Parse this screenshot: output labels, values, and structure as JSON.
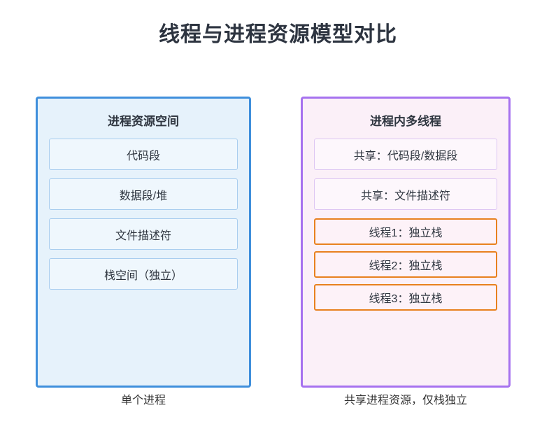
{
  "title": "线程与进程资源模型对比",
  "colors": {
    "background": "#ffffff",
    "title_text": "#2d3440",
    "process_border": "#3f8fdc",
    "process_fill": "#e6f2fb",
    "process_item_border": "#a9cdef",
    "process_item_fill": "#eff7fd",
    "thread_panel_border": "#a672ef",
    "thread_panel_fill": "#fbf0f8",
    "shared_item_border": "#ddc6f3",
    "shared_item_fill": "#fdf7fc",
    "thread_item_border": "#e8811f",
    "thread_item_fill": "#fdf2f8"
  },
  "panels": {
    "process": {
      "header": "进程资源空间",
      "items": [
        {
          "label": "代码段"
        },
        {
          "label": "数据段/堆"
        },
        {
          "label": "文件描述符"
        },
        {
          "label": "栈空间（独立）"
        }
      ],
      "caption": "单个进程"
    },
    "threads": {
      "header": "进程内多线程",
      "shared_items": [
        {
          "label": "共享：代码段/数据段"
        },
        {
          "label": "共享：文件描述符"
        }
      ],
      "thread_items": [
        {
          "label": "线程1：独立栈"
        },
        {
          "label": "线程2：独立栈"
        },
        {
          "label": "线程3：独立栈"
        }
      ],
      "caption": "共享进程资源，仅栈独立"
    }
  }
}
